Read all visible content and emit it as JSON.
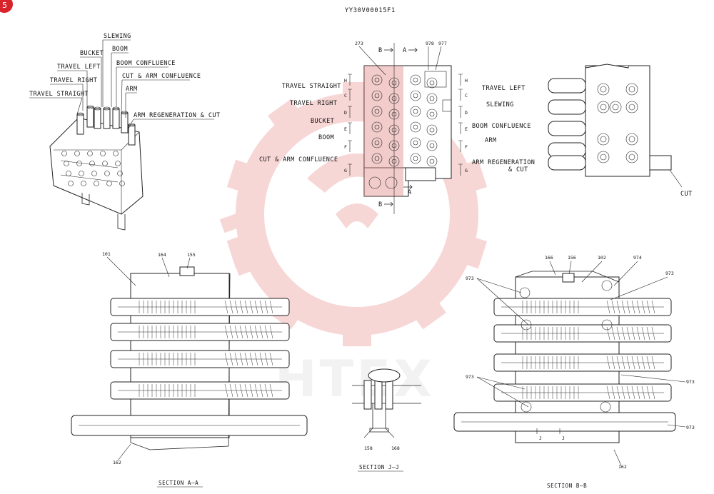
{
  "drawing_code": "YY30V00015F1",
  "page_marker": "5",
  "iso_labels": [
    "SLEWING",
    "BUCKET",
    "BOOM",
    "TRAVEL LEFT",
    "BOOM CONFLUENCE",
    "TRAVEL RIGHT",
    "CUT & ARM CONFLUENCE",
    "ARM",
    "TRAVEL STRAIGHT",
    "ARM REGENERATION & CUT"
  ],
  "front_left_labels": [
    "TRAVEL STRAIGHT",
    "TRAVEL RIGHT",
    "BUCKET",
    "BOOM",
    "CUT & ARM CONFLUENCE"
  ],
  "front_right_labels": [
    "TRAVEL LEFT",
    "SLEWING",
    "BOOM CONFLUENCE",
    "ARM",
    "ARM REGENERATION",
    "& CUT"
  ],
  "dim_letters": [
    "H",
    "C",
    "D",
    "E",
    "F",
    "G"
  ],
  "section_marks": {
    "b": "B",
    "a": "A"
  },
  "front_part_numbers": [
    "273",
    "978",
    "977"
  ],
  "side_label": "CUT",
  "aa_part_numbers": [
    "101",
    "164",
    "155",
    "162"
  ],
  "bb_part_numbers": [
    "166",
    "156",
    "102",
    "974",
    "973",
    "162"
  ],
  "jj_part_numbers": [
    "158",
    "168"
  ],
  "jj_marks": [
    "J",
    "J"
  ],
  "section_titles": {
    "aa": "SECTION A—A",
    "jj": "SECTION J—J",
    "bb": "SECTION B—B"
  },
  "watermark_text": "HTEX",
  "colors": {
    "watermark": "#f2b5b5",
    "highlight": "#e38c8c",
    "marker": "#d9232a",
    "line": "#222222"
  }
}
